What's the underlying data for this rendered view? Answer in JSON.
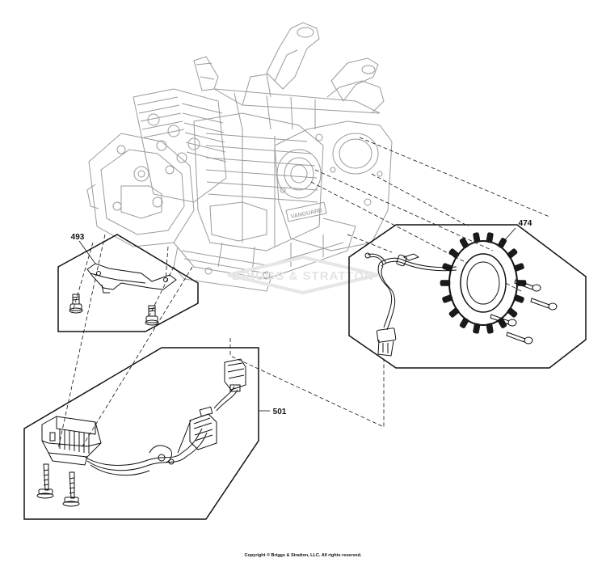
{
  "callouts": {
    "part_493": "493",
    "part_474": "474",
    "part_501": "501"
  },
  "watermark": "BRIGGS & STRATTON",
  "engine_plate": "VANGUARD",
  "copyright": "Copyright © Briggs & Stratton, LLC. All rights reserved.",
  "colors": {
    "line": "#111111",
    "light_line": "#9a9a9a",
    "watermark": "#e4e4e4"
  }
}
